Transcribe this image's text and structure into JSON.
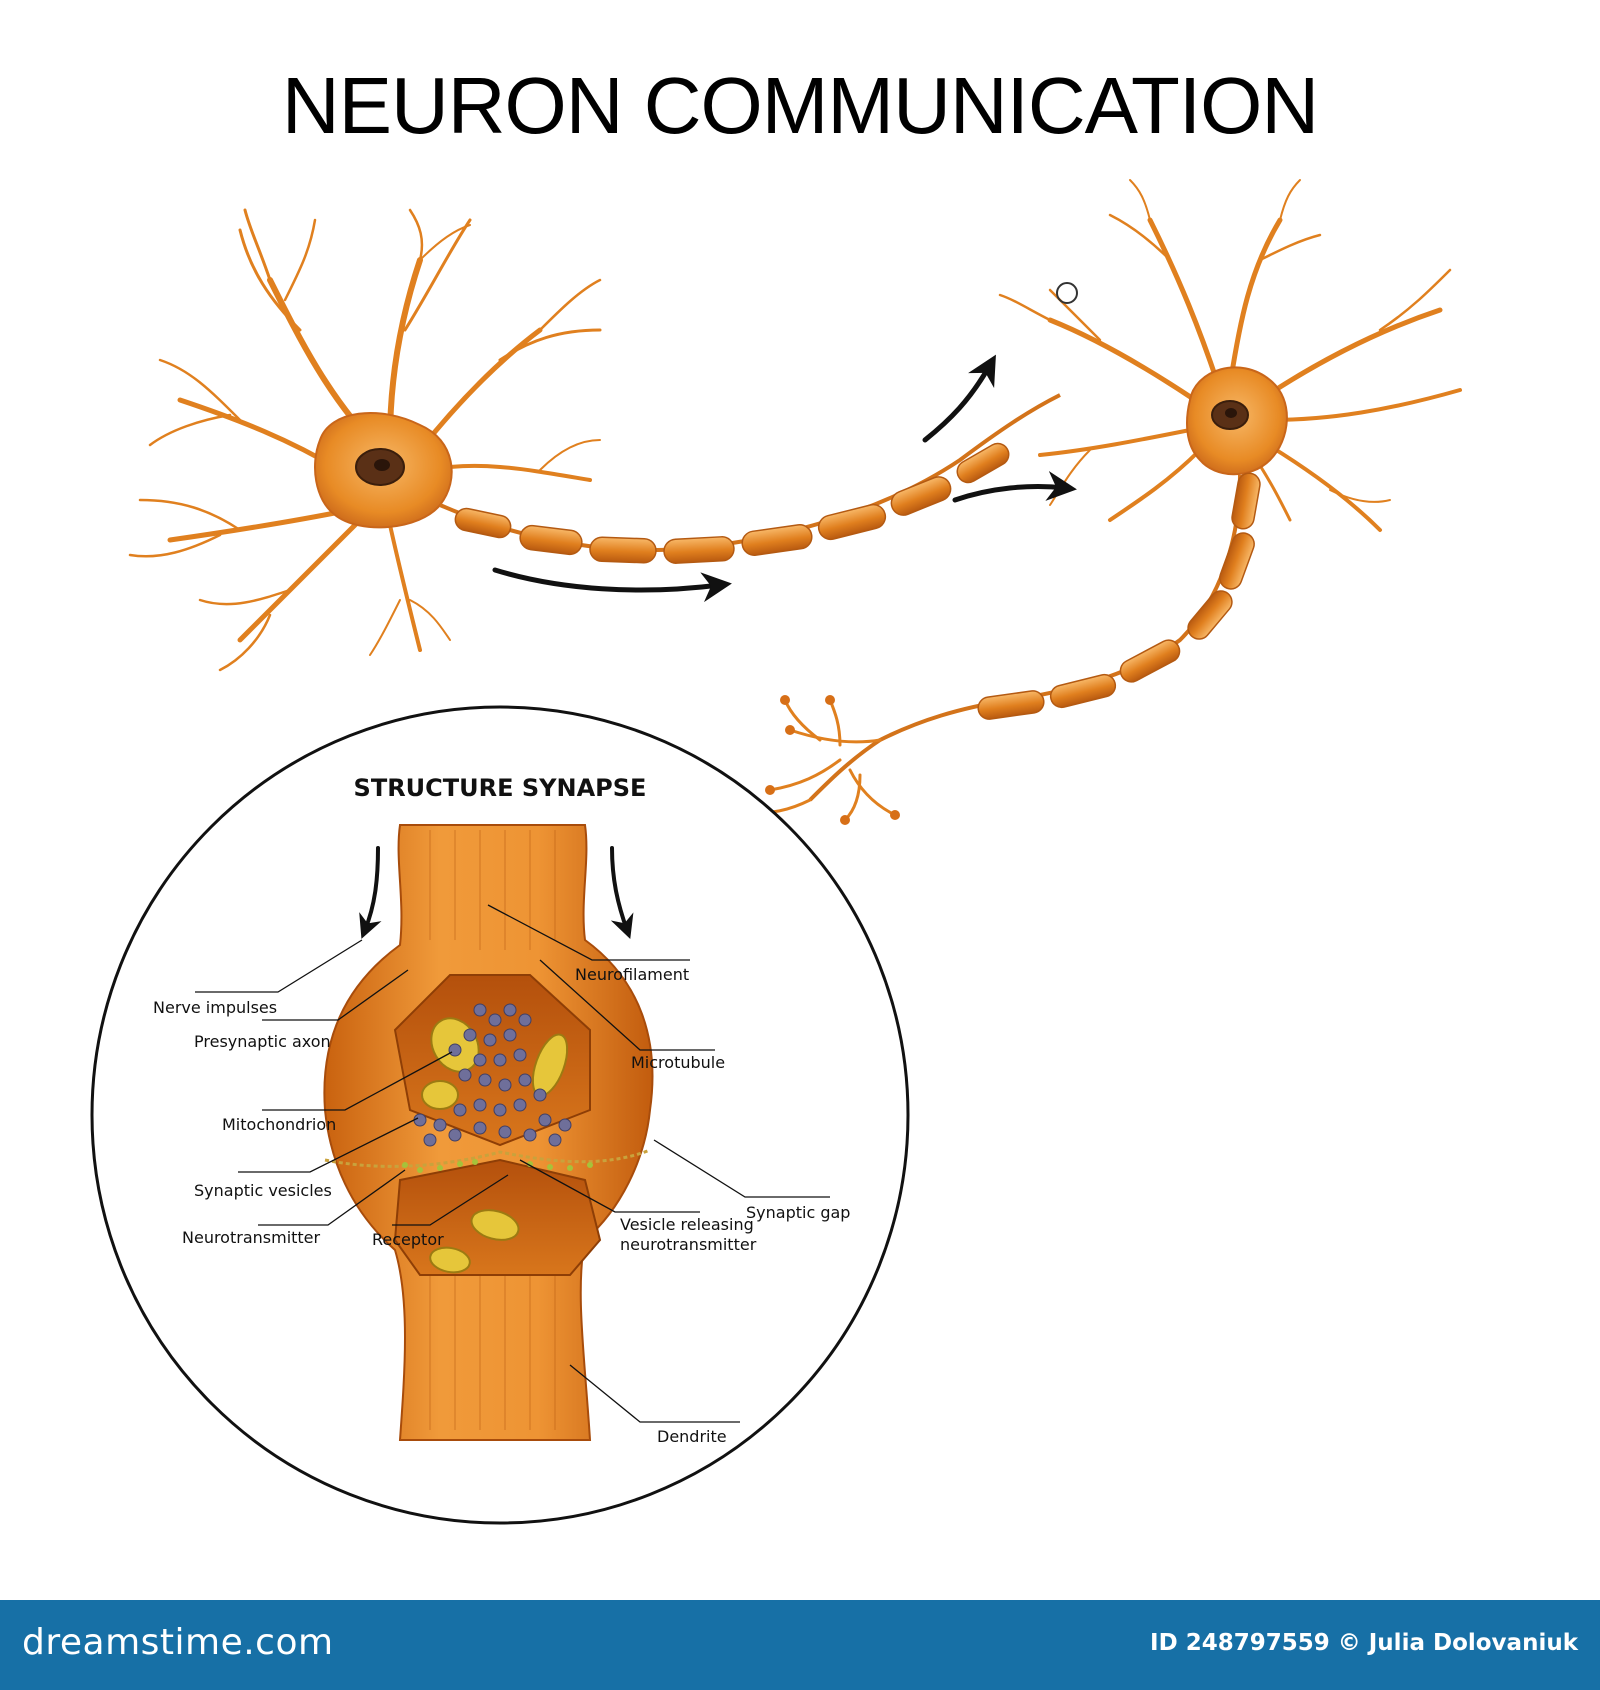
{
  "title": "NEURON COMMUNICATION",
  "inset": {
    "title": "STRUCTURE SYNAPSE",
    "labels": {
      "neurofilament": "Neurofilament",
      "nerve_impulses": "Nerve impulses",
      "presynaptic_axon": "Presynaptic axon",
      "microtubule": "Microtubule",
      "mitochondrion": "Mitochondrion",
      "synaptic_vesicles": "Synaptic vesicles",
      "synaptic_gap": "Synaptic gap",
      "neurotransmitter": "Neurotransmitter",
      "receptor": "Receptor",
      "vesicle_releasing_1": "Vesicle releasing",
      "vesicle_releasing_2": "neurotransmitter",
      "dendrite": "Dendrite"
    }
  },
  "footer": {
    "brand": "dreamstime.com",
    "credit": "ID 248797559 © Julia Dolovaniuk"
  },
  "colors": {
    "neuron": "#e8871e",
    "neuron_light": "#f6b35a",
    "neuron_dark": "#b8560e",
    "vesicle": "#6f6f9a",
    "mitochondrion": "#e6c63a",
    "footer": "#1770a6"
  }
}
